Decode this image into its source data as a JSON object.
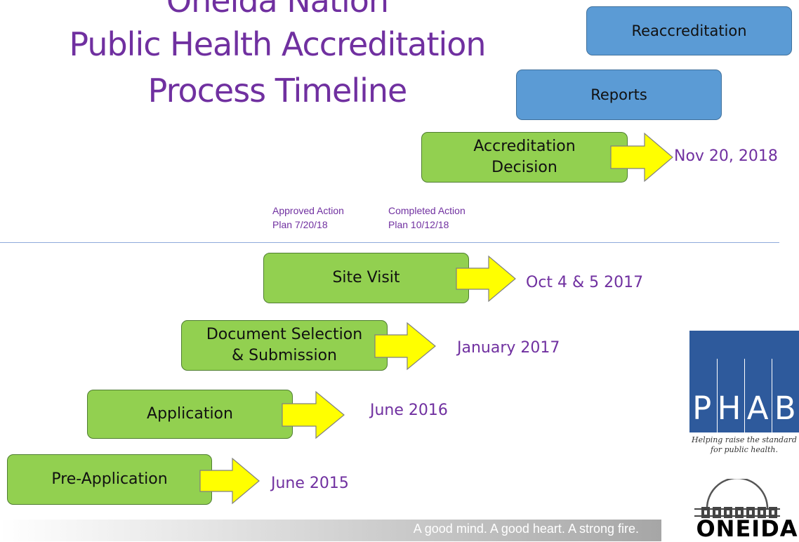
{
  "title": {
    "line1": "Oneida Nation",
    "line2": "Public Health Accreditation",
    "line3": "Process Timeline"
  },
  "colors": {
    "title_purple": "#7030a0",
    "step_green": "#92d050",
    "arrow_yellow": "#ffff00",
    "box_blue": "#5b9bd5"
  },
  "future_steps": [
    {
      "label": "Reaccreditation"
    },
    {
      "label": "Reports"
    }
  ],
  "steps": [
    {
      "label": "Accreditation Decision",
      "line1": "Accreditation",
      "line2": "Decision",
      "date": "Nov 20, 2018"
    },
    {
      "label": "Site Visit",
      "date": "Oct 4 & 5 2017"
    },
    {
      "label": "Document Selection & Submission",
      "line1": "Document Selection",
      "line2": "& Submission",
      "date": "January 2017"
    },
    {
      "label": "Application",
      "date": "June 2016"
    },
    {
      "label": "Pre-Application",
      "date": "June 2015"
    }
  ],
  "notes": [
    {
      "line1": "Approved Action",
      "line2": "Plan 7/20/18"
    },
    {
      "line1": "Completed Action",
      "line2": "Plan 10/12/18"
    }
  ],
  "footer": {
    "tagline": "A good mind. A good heart. A strong fire."
  },
  "logos": {
    "phab": {
      "letters": [
        "P",
        "H",
        "A",
        "B"
      ],
      "tagline_line1": "Helping raise the standard",
      "tagline_line2": "for public health."
    },
    "oneida": {
      "name": "ONEIDA"
    }
  }
}
